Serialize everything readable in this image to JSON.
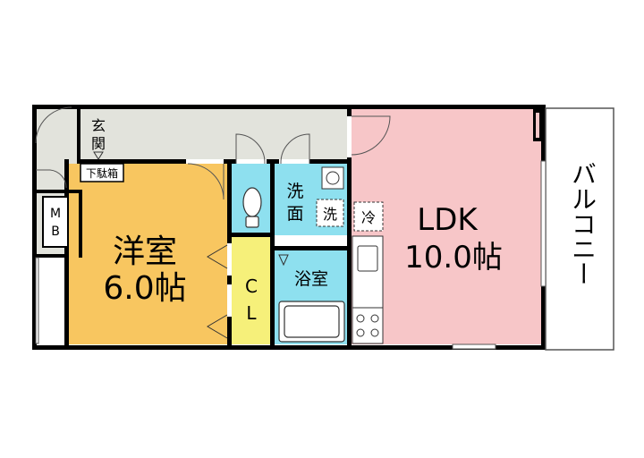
{
  "floorplan": {
    "genkan": {
      "line1": "玄",
      "line2": "関"
    },
    "getabako": "下駄箱",
    "mb": {
      "line1": "M",
      "line2": "B"
    },
    "western_room": {
      "name": "洋室",
      "size": "6.0帖"
    },
    "closet": {
      "line1": "C",
      "line2": "L"
    },
    "washroom": {
      "line1": "洗",
      "line2": "面"
    },
    "washer": "洗",
    "bathroom": "浴室",
    "fridge": "冷",
    "ldk": {
      "name": "LDK",
      "size": "10.0帖"
    },
    "balcony": "バルコニー"
  },
  "colors": {
    "western_room": "#f8c660",
    "ldk": "#f7c6c8",
    "water_area": "#8ee0ef",
    "closet": "#f6f07a",
    "corridor": "#e2e3dc",
    "wall": "#000000"
  }
}
